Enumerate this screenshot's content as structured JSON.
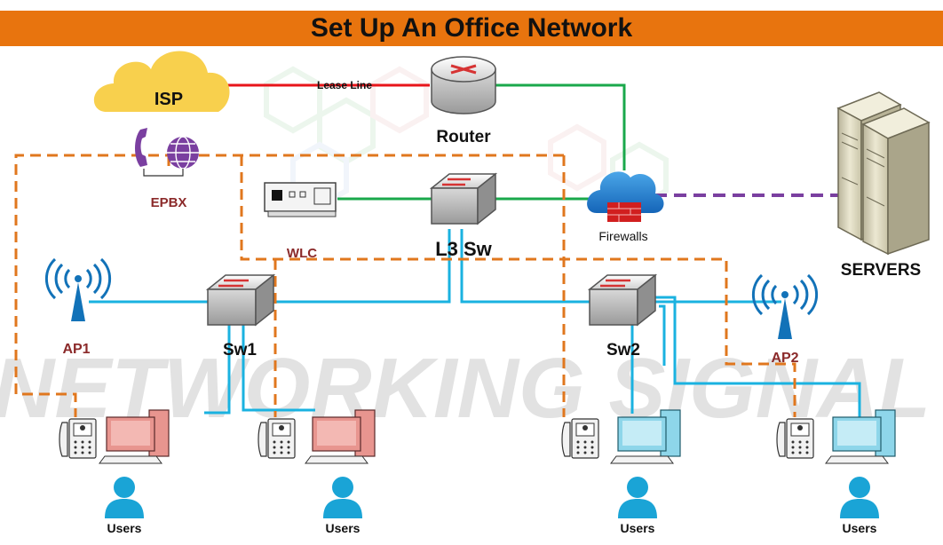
{
  "title": "Set Up An Office Network",
  "watermark": "NETWORKING SIGNAL",
  "nodes": {
    "isp": "ISP",
    "router": "Router",
    "lease_line": "Lease Line",
    "epbx": "EPBX",
    "wlc": "WLC",
    "l3sw": "L3 Sw",
    "firewalls": "Firewalls",
    "servers": "SERVERS",
    "ap1": "AP1",
    "ap2": "AP2",
    "sw1": "Sw1",
    "sw2": "Sw2"
  },
  "users": [
    "Users",
    "Users",
    "Users",
    "Users"
  ],
  "colors": {
    "banner": "#e8740e",
    "lease_line": "#e8141a",
    "uplink": "#1aa84b",
    "lan": "#1ab2e0",
    "voice": "#e0771e",
    "server_link": "#7a3fa0",
    "pc_red": "#e8958f",
    "pc_blue": "#8ed6ea",
    "user_icon": "#1aa4d6"
  }
}
